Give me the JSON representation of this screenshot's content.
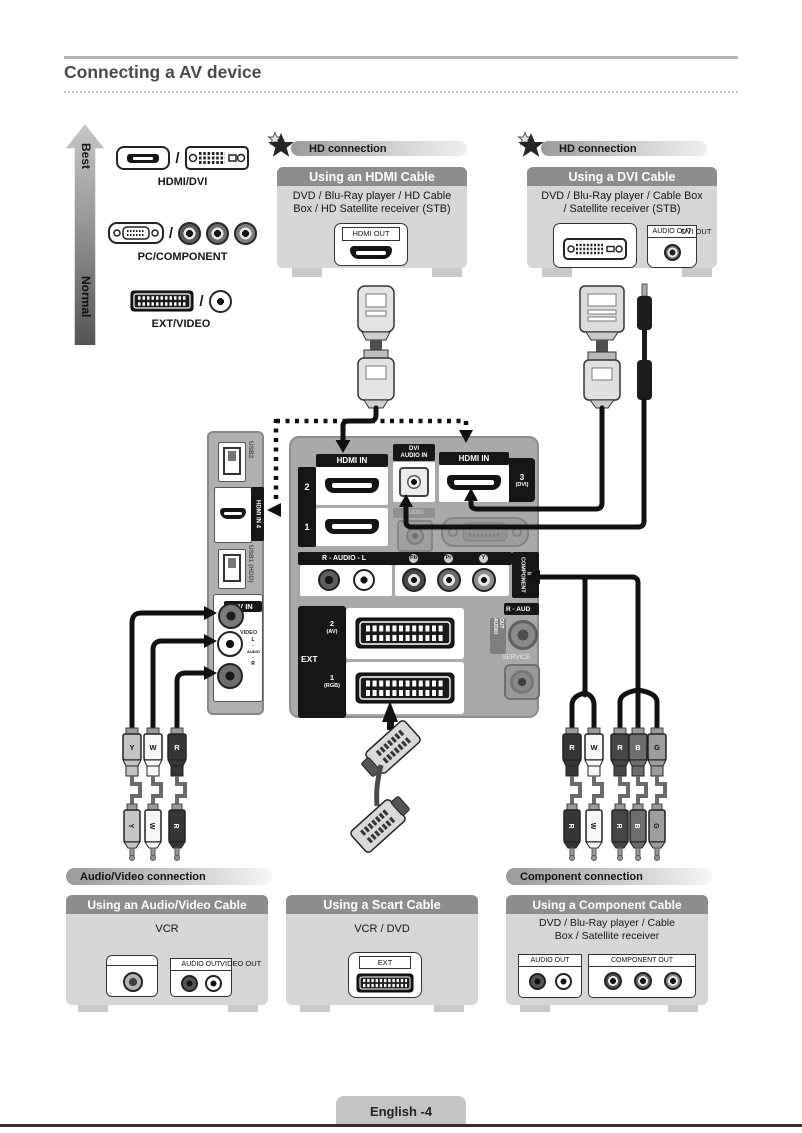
{
  "header": {
    "title": "Connecting a AV device"
  },
  "scale": {
    "best": "Best",
    "normal": "Normal"
  },
  "legend": {
    "slash": "/",
    "items": [
      {
        "label": "HDMI/DVI"
      },
      {
        "label": "PC/COMPONENT"
      },
      {
        "label": "EXT/VIDEO"
      }
    ]
  },
  "hd": {
    "label": "HD connection"
  },
  "hdmi_box": {
    "header": "Using an HDMI Cable",
    "line1": "DVD / Blu-Ray player / HD Cable",
    "line2": "Box / HD Satellite receiver (STB)",
    "port": "HDMI OUT"
  },
  "dvi_box": {
    "header": "Using a DVI Cable",
    "line1": "DVD / Blu-Ray player / Cable Box",
    "line2": "/ Satellite receiver (STB)",
    "audio_out": "AUDIO OUT",
    "dvi_out": "DVI OUT"
  },
  "side_panel": {
    "usb2": "USB2",
    "hdmi4": "HDMI IN 4",
    "usb1": "USB1 (HDD)",
    "av_in": "AV IN",
    "video": "VIDEO",
    "l": "L",
    "audio": "AUDIO",
    "r": "R"
  },
  "main_panel": {
    "hdmi_in": "HDMI IN",
    "port2": "2",
    "port1": "1",
    "dvi_label1": "DVI",
    "dvi_label2": "AUDIO IN",
    "port3_num": "3",
    "port3_sub": "(DVI)",
    "dim_audio": "AUDIO",
    "audio_row": "R - AUDIO - L",
    "pb": "Pb",
    "pr": "Pr",
    "y": "Y",
    "component_in_a": "COMPONENT",
    "component_in_b": "IN",
    "ext": "EXT",
    "ext2_num": "2",
    "ext2_sub": "(AV)",
    "ext1_num": "1",
    "ext1_sub": "(RGB)",
    "r_aud": "R - AUD",
    "audio_out1": "AUDIO",
    "audio_out2": "OUT",
    "service": "SERVICE"
  },
  "cables": {
    "av": [
      "Y",
      "W",
      "R"
    ],
    "audio_pair": [
      "R",
      "W"
    ],
    "component": [
      "R",
      "B",
      "G"
    ]
  },
  "av_section": {
    "tab": "Audio/Video connection",
    "header": "Using an Audio/Video Cable",
    "device": "VCR",
    "audio_out": "AUDIO OUT",
    "video_out": "VIDEO OUT"
  },
  "scart_section": {
    "header": "Using a Scart Cable",
    "device": "VCR / DVD",
    "port": "EXT"
  },
  "component_section": {
    "tab": "Component connection",
    "header": "Using a Component Cable",
    "line1": "DVD / Blu-Ray player / Cable",
    "line2": "Box / Satellite receiver",
    "audio_out": "AUDIO OUT",
    "component_out": "COMPONENT OUT"
  },
  "footer": {
    "page": "English -4"
  }
}
